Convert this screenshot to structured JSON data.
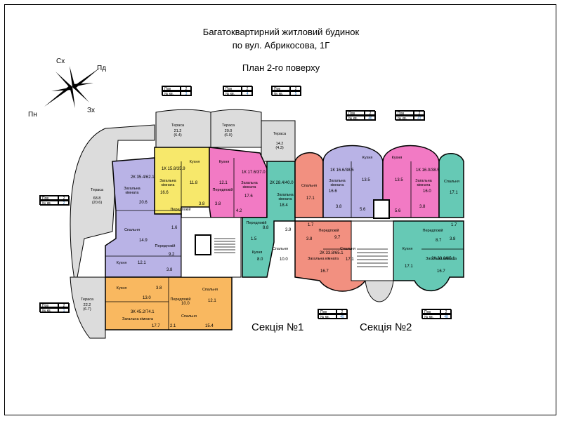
{
  "header": {
    "line1": "Багатоквартирний житловий будинок",
    "line2": "по вул. Абрикосова, 1Г",
    "plan_title": "План 2-го поверху"
  },
  "compass": {
    "north_east": "Сх",
    "east": "Пд",
    "west": "Пн",
    "south": "Зх"
  },
  "sections": {
    "s1": "Секція №1",
    "s2": "Секція №2"
  },
  "tag_labels": {
    "floor": "Пов",
    "apt": "№ кв."
  },
  "tags": [
    {
      "floor": "2",
      "apt": "3"
    },
    {
      "floor": "2",
      "apt": "4"
    },
    {
      "floor": "2",
      "apt": "5"
    },
    {
      "floor": "2",
      "apt": "46"
    },
    {
      "floor": "2",
      "apt": "47"
    },
    {
      "floor": "2",
      "apt": "2"
    },
    {
      "floor": "2",
      "apt": "1"
    },
    {
      "floor": "2",
      "apt": "45"
    },
    {
      "floor": "2",
      "apt": "48"
    }
  ],
  "terraces": [
    {
      "label": "Тераса",
      "area": "21.2",
      "sub": "(6.4)"
    },
    {
      "label": "Тераса",
      "area": "20.0",
      "sub": "(6.0)"
    },
    {
      "label": "Тераса",
      "area": "14.2",
      "sub": "(4.3)"
    },
    {
      "label": "Тераса",
      "area": "68.8",
      "sub": "(20.6)"
    },
    {
      "label": "Тераса",
      "area": "22.2",
      "sub": "(6.7)"
    }
  ],
  "apartments": [
    {
      "id": "a3",
      "code": "1К",
      "total": "15.8",
      "living": "35.9"
    },
    {
      "id": "a4",
      "code": "1К",
      "total": "17.6",
      "living": "37.0"
    },
    {
      "id": "a2",
      "code": "2К",
      "total": "35.4",
      "living": "62.1"
    },
    {
      "id": "a5",
      "code": "2К",
      "total": "28.4",
      "living": "40.0"
    },
    {
      "id": "a46",
      "code": "1К",
      "total": "16.6",
      "living": "38.5"
    },
    {
      "id": "a47",
      "code": "1К",
      "total": "16.0",
      "living": "38.5"
    },
    {
      "id": "a1",
      "code": "3К",
      "total": "45.2",
      "living": "74.1"
    },
    {
      "id": "a45",
      "code": "2К",
      "total": "33.8",
      "living": "65.1"
    },
    {
      "id": "a48",
      "code": "2К",
      "total": "33.8",
      "living": "65.1"
    }
  ],
  "rooms": {
    "kitchen": "Кухня",
    "living": "Загальна кімната",
    "bedroom": "Спальня",
    "hall": "Передпокій"
  },
  "areas": {
    "a3_kitchen": "11.8",
    "a3_living": "16.6",
    "a3_hall": "3.8",
    "a4_kitchen": "12.1",
    "a4_living": "17.6",
    "a4_hall": "3.8",
    "a4_bath": "4.2",
    "a2_living": "20.6",
    "a2_bedroom": "14.9",
    "a2_kitchen": "12.1",
    "a2_hall": "9.2",
    "a2_b1": "1.6",
    "a2_b2": "3.8",
    "a5_living": "18.4",
    "a5_bedroom": "10.0",
    "a5_kitchen": "8.0",
    "a5_hall": "8.8",
    "a5_b1": "1.5",
    "a5_b2": "3.9",
    "s2_bedroom_l": "17.1",
    "a46_living": "16.6",
    "a46_kitchen": "13.5",
    "a46_hall": "3.8",
    "a46_b": "5.6",
    "a47_kitchen": "13.5",
    "a47_living": "16.0",
    "a47_hall": "3.8",
    "a47_b": "5.6",
    "s2_bedroom_r": "17.1",
    "a1_kitchen": "13.0",
    "a1_living": "17.7",
    "a1_bedroom1": "12.1",
    "a1_bedroom2": "15.4",
    "a1_hall": "10.0",
    "a1_b1": "3.8",
    "a1_b2": "2.1",
    "a45_living": "16.7",
    "a45_bedroom": "17.1",
    "a45_hall": "9.7",
    "a45_b1": "1.7",
    "a45_b2": "3.8",
    "a48_living": "16.7",
    "a48_bedroom": "17.1",
    "a48_hall": "8.7",
    "a48_b1": "1.7",
    "a48_b2": "3.8"
  },
  "colors": {
    "purple": "#b9b3e6",
    "yellow": "#f7e86b",
    "pink": "#f27ac4",
    "teal": "#66c9b5",
    "salmon": "#f29080",
    "orange": "#f9b860",
    "terrace": "#dcdcdc",
    "core": "#ffffff"
  }
}
